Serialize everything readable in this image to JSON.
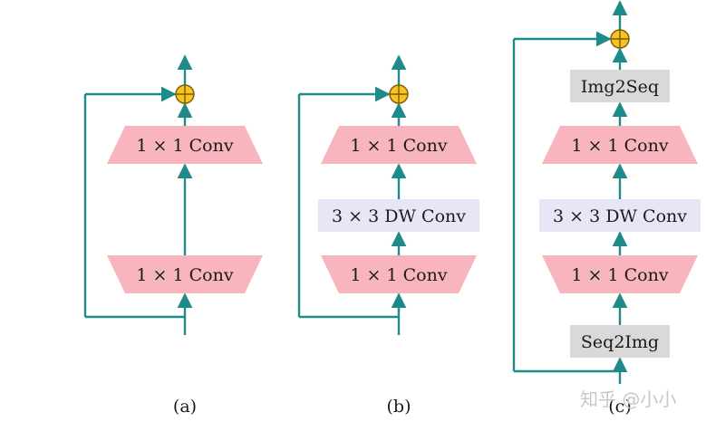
{
  "colors": {
    "line": "#1e8a8a",
    "conv_fill": "#f8b5bd",
    "dw_fill": "#e7e6f6",
    "seq_fill": "#d9d9d9",
    "adder_fill": "#f7c31e",
    "adder_stroke": "#7a5a00"
  },
  "icons": {
    "adder": "circle-plus-icon"
  },
  "diagrams": [
    {
      "caption": "(a)",
      "blocks": [
        {
          "type": "conv",
          "label": "1 × 1 Conv"
        },
        {
          "type": "conv-inv",
          "label": "1 × 1 Conv"
        }
      ]
    },
    {
      "caption": "(b)",
      "blocks": [
        {
          "type": "conv",
          "label": "1 × 1 Conv"
        },
        {
          "type": "dw",
          "label": "3 × 3 DW Conv"
        },
        {
          "type": "conv-inv",
          "label": "1 × 1 Conv"
        }
      ]
    },
    {
      "caption": "(c)",
      "blocks": [
        {
          "type": "seq",
          "label": "Img2Seq"
        },
        {
          "type": "conv",
          "label": "1 × 1 Conv"
        },
        {
          "type": "dw",
          "label": "3 × 3 DW Conv"
        },
        {
          "type": "conv-inv",
          "label": "1 × 1 Conv"
        },
        {
          "type": "seq",
          "label": "Seq2Img"
        }
      ]
    }
  ],
  "watermark": "知乎 @小小"
}
